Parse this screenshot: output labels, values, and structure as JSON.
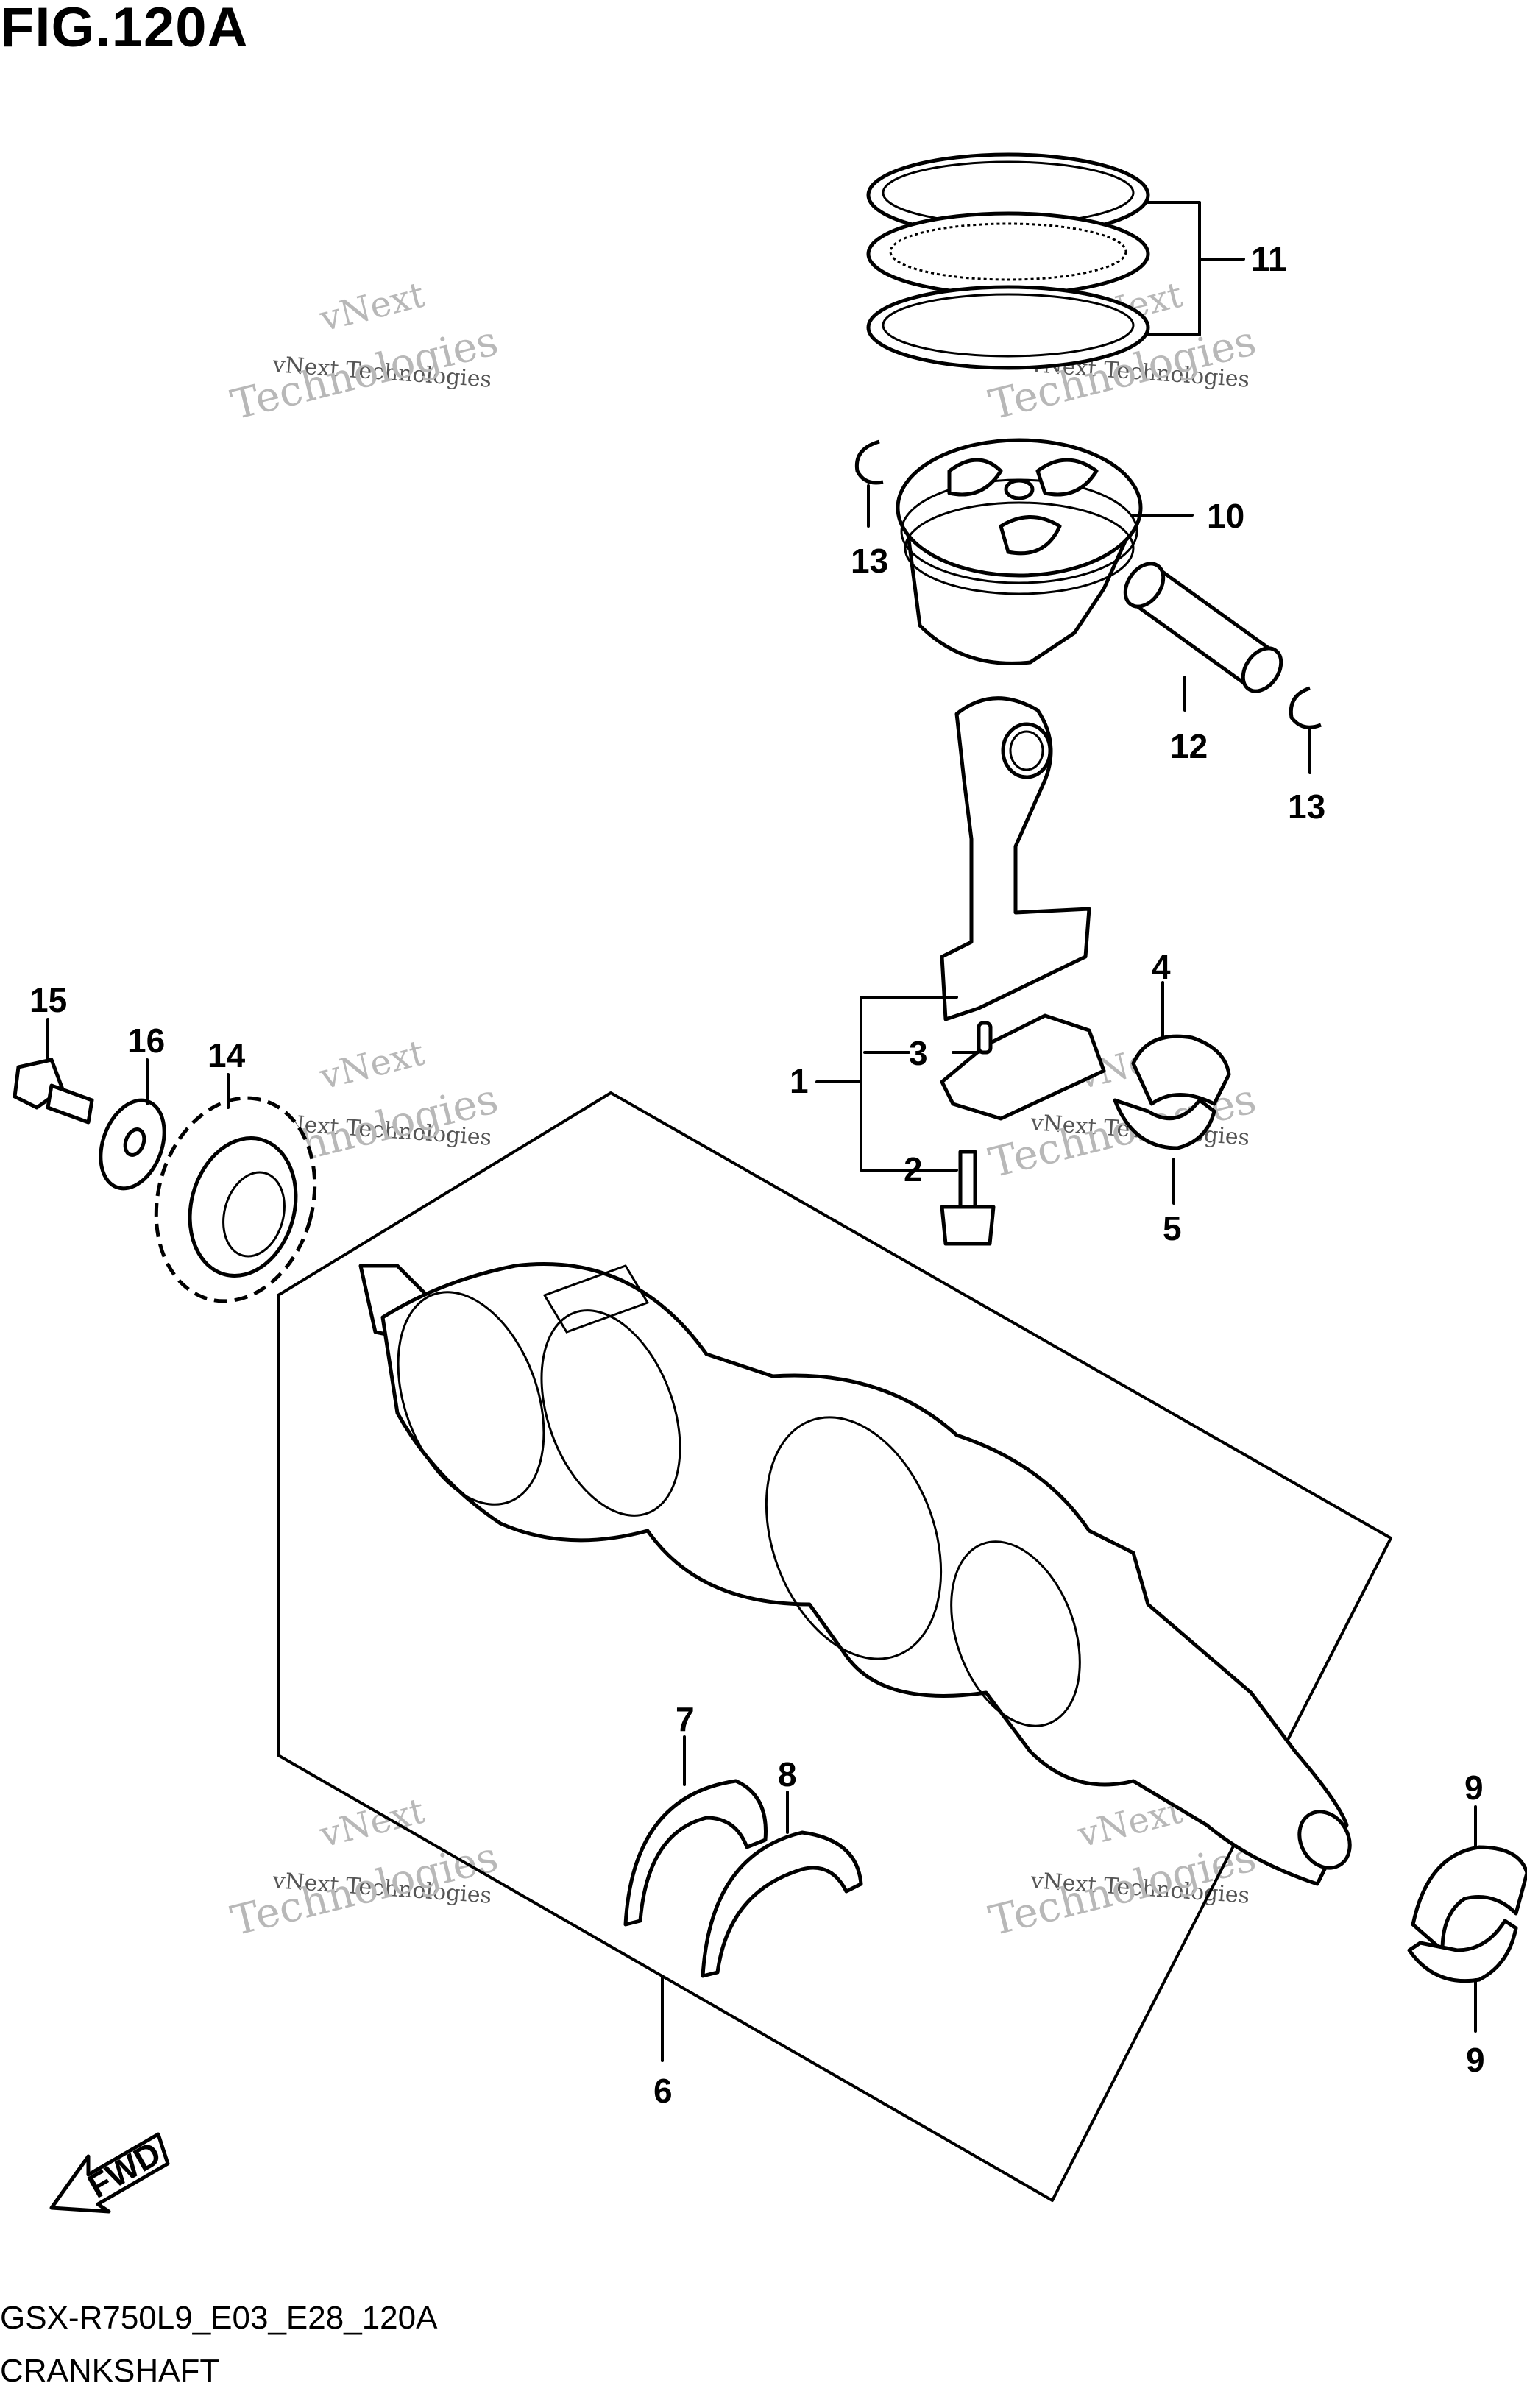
{
  "figure_title": "FIG.120A",
  "footer": {
    "model_code": "GSX-R750L9_E03_E28_120A",
    "section_name": "CRANKSHAFT"
  },
  "fwd_label": "FWD",
  "watermark": {
    "line1": "vNext",
    "line2": "vNext Technologies",
    "line3": "Technologies"
  },
  "callouts": {
    "c1": "1",
    "c2": "2",
    "c3": "3",
    "c4": "4",
    "c5": "5",
    "c6": "6",
    "c7": "7",
    "c8": "8",
    "c9a": "9",
    "c9b": "9",
    "c10": "10",
    "c11": "11",
    "c12": "12",
    "c13a": "13",
    "c13b": "13",
    "c14": "14",
    "c15": "15",
    "c16": "16"
  }
}
